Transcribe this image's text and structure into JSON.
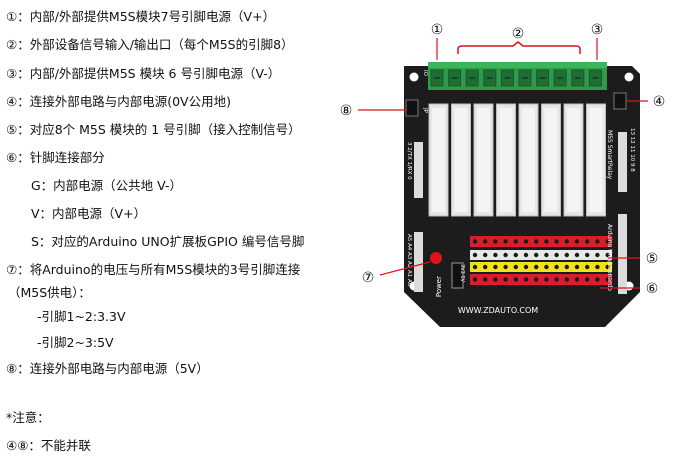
{
  "notes": {
    "lines": [
      "①：内部/外部提供M5S模块7号引脚电源（V+）",
      "②：外部设备信号输入/输出口（每个M5S的引脚8）",
      "③：内部/外部提供M5S 模块 6 号引脚电源（V-）",
      "④：连接外部电路与内部电源(0V公用地)",
      "⑤：对应8个 M5S 模块的 1 号引脚（接入控制信号）",
      "⑥：针脚连接部分",
      "G：内部电源（公共地 V-）",
      "V：内部电源（V+）",
      "S：对应的Arduino UNO扩展板GPIO 编号信号脚",
      "⑦：将Arduino的电压与所有M5S模块的3号引脚连接",
      "（M5S供电）：",
      "-引脚1~2:3.3V",
      "-引脚2~3:5V",
      "⑧：连接外部电路与内部电源（5V）",
      "*注意：",
      "④⑧：不能并联"
    ]
  },
  "board": {
    "callouts": [
      "①",
      "②",
      "③",
      "④",
      "⑤",
      "⑥",
      "⑦",
      "⑧"
    ],
    "website": "WWW.ZDAUTO.COM",
    "power_label": "Power",
    "smartrelay_label": "M5S SmartRelay",
    "arduino_label": "Arduino Uno/Leonardo",
    "left_upper_label": "3 2/TX 1/RX 0",
    "left_lower_label": "A5 A4 A3 A2 A1 A0",
    "right_label": "13 12 11 10 9 8",
    "jp_label": "JP",
    "io_label": "IO",
    "v_label": "3V3 5V",
    "colors": {
      "board": "#1c1c1c",
      "terminal": "#2e9a4a",
      "relay": "#e6e6e6",
      "header_red": "#d81e2c",
      "header_yellow": "#f2e21a",
      "callout": "#d8141c"
    }
  }
}
